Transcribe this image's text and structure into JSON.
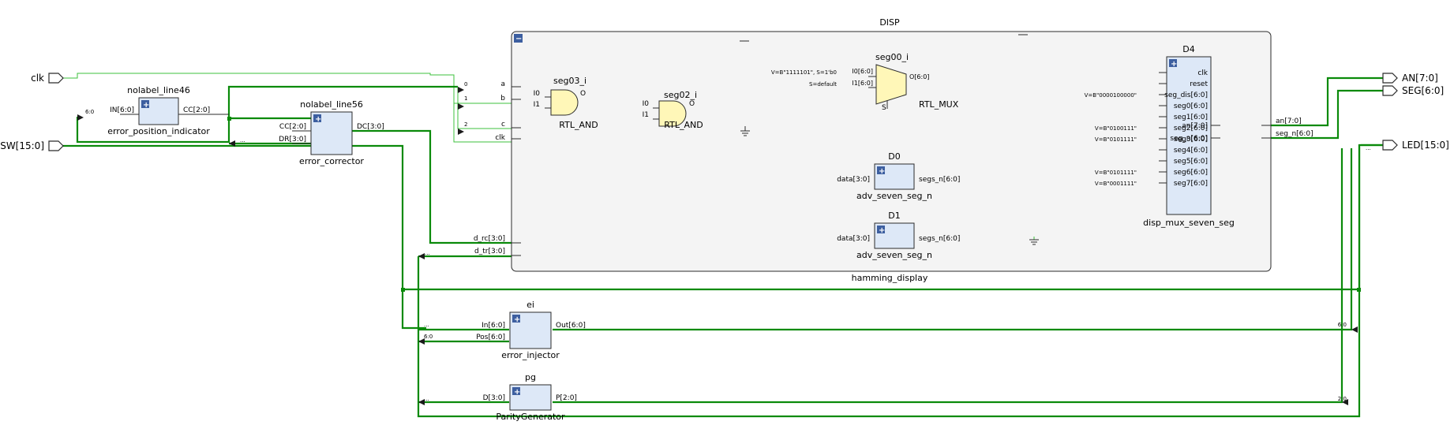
{
  "top_ports": {
    "clk": "clk",
    "sw": "SW[15:0]",
    "an": "AN[7:0]",
    "seg": "SEG[6:0]",
    "led": "LED[15:0]"
  },
  "blocks": {
    "epi": {
      "inst": "nolabel_line46",
      "type": "error_position_indicator",
      "pin_in": "IN[6:0]",
      "pin_out": "CC[2:0]",
      "bus_in": "6:0"
    },
    "ec": {
      "inst": "nolabel_line56",
      "type": "error_corrector",
      "pin_cc": "CC[2:0]",
      "pin_dr": "DR[3:0]",
      "pin_dc": "DC[3:0]",
      "bus_in": "..."
    },
    "ei": {
      "inst": "ei",
      "type": "error_injector",
      "pin_in": "In[6:0]",
      "pin_pos": "Pos[6:0]",
      "pin_out": "Out[6:0]",
      "bus_in": "...",
      "bus_pos": "6:0",
      "bus_out": "6:0"
    },
    "pg": {
      "inst": "pg",
      "type": "ParityGenerator",
      "pin_d": "D[3:0]",
      "pin_p": "P[2:0]",
      "bus_in": "...",
      "bus_out": "2:0"
    }
  },
  "disp": {
    "inst": "DISP",
    "type": "hamming_display",
    "collapse": "−",
    "pins_in": {
      "a": "a",
      "b": "b",
      "c": "c",
      "clk": "clk",
      "d_rc": "d_rc[3:0]",
      "d_tr": "d_tr[3:0]",
      "bus_in": "..."
    },
    "bit_labels": [
      "0",
      "1",
      "2"
    ],
    "pins_out": {
      "an": "an[7:0]",
      "seg_n": "seg_n[6:0]",
      "led_bus": "..."
    },
    "seg03": {
      "inst": "seg03_i",
      "type": "RTL_AND",
      "i0": "I0",
      "i1": "I1",
      "o": "O"
    },
    "seg02": {
      "inst": "seg02_i",
      "type": "RTL_AND",
      "i0": "I0",
      "i1": "I1",
      "o": "O"
    },
    "seg00": {
      "inst": "seg00_i",
      "type": "RTL_MUX",
      "i0": "I0[6:0]",
      "i1": "I1[6:0]",
      "o": "O[6:0]",
      "s": "S",
      "v0": "V=B\"1111101\", S=1'b0",
      "v1": "S=default"
    },
    "d0": {
      "inst": "D0",
      "type": "adv_seven_seg_n",
      "pin_in": "data[3:0]",
      "pin_out": "segs_n[6:0]"
    },
    "d1": {
      "inst": "D1",
      "type": "adv_seven_seg_n",
      "pin_in": "data[3:0]",
      "pin_out": "segs_n[6:0]"
    },
    "d4": {
      "inst": "D4",
      "type": "disp_mux_seven_seg",
      "inputs": [
        "clk",
        "reset",
        "seg_dis[6:0]",
        "seg0[6:0]",
        "seg1[6:0]",
        "seg2[6:0]",
        "seg3[6:0]",
        "seg4[6:0]",
        "seg5[6:0]",
        "seg6[6:0]",
        "seg7[6:0]"
      ],
      "consts": [
        "",
        "",
        "V=B\"0000100000\"",
        "",
        "",
        "V=B\"0100111\"",
        "V=B\"0101111\"",
        "",
        "",
        "V=B\"0101111\"",
        "V=B\"0001111\""
      ],
      "outputs": [
        "an[7:0]",
        "seg_n[6:0]"
      ]
    }
  },
  "colors": {
    "bus": "#0a8a0a",
    "net": "#3cc03c",
    "block": "#dde8f7",
    "gate": "#fff7b8"
  }
}
